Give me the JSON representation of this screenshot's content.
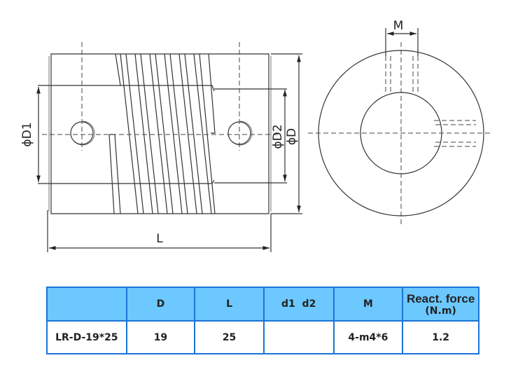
{
  "drawing": {
    "labels": {
      "d1": "ϕD1",
      "d2": "ϕD2",
      "d": "ϕD",
      "l": "L",
      "m": "M"
    }
  },
  "table": {
    "headers": [
      "",
      "D",
      "L",
      "d1  d2",
      "M"
    ],
    "react_force_header": {
      "line1": "React. force",
      "line2": "(N.m)"
    },
    "rows": [
      {
        "model": "LR-D-19*25",
        "D": "19",
        "L": "25",
        "d1d2": "",
        "M": "4-m4*6",
        "react_force": "1.2"
      }
    ],
    "colors": {
      "border": "#1a74d8",
      "header_bg": "#6cc8ff"
    }
  }
}
